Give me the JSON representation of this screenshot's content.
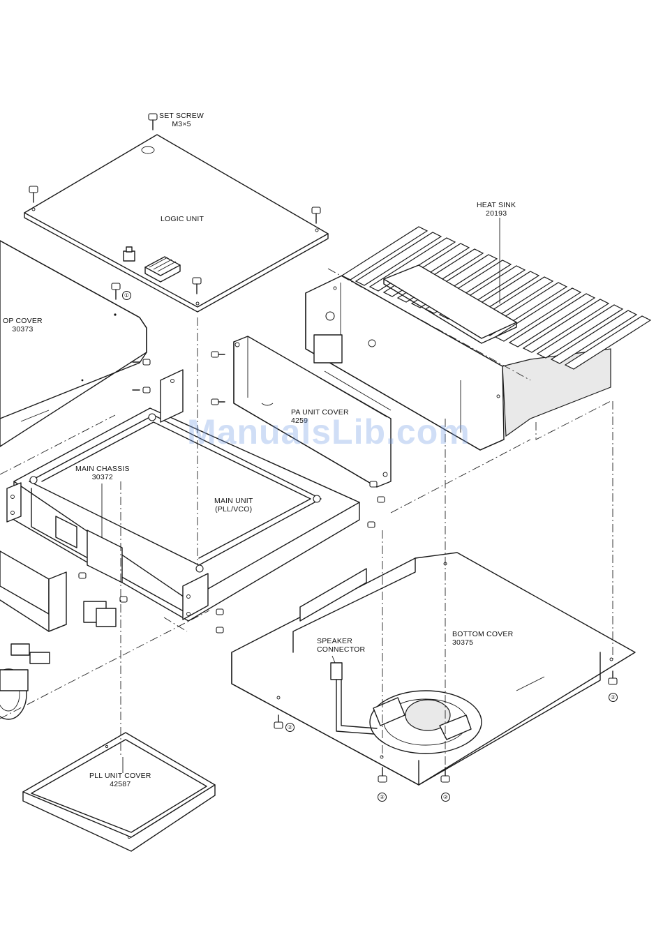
{
  "labels": {
    "set_screw": [
      "SET SCREW",
      "M3×5"
    ],
    "logic_unit": [
      "LOGIC UNIT"
    ],
    "top_cover": [
      "OP COVER",
      "30373"
    ],
    "heat_sink": [
      "HEAT SINK",
      "20193"
    ],
    "pa_unit_cover": [
      "PA UNIT COVER",
      "4259"
    ],
    "main_chassis": [
      "MAIN CHASSIS",
      "30372"
    ],
    "main_unit": [
      "MAIN UNIT",
      "(PLL/VCO)"
    ],
    "speaker_connector": [
      "SPEAKER",
      "CONNECTOR"
    ],
    "bottom_cover": [
      "BOTTOM COVER",
      "30375"
    ],
    "pll_unit_cover": [
      "PLL UNIT COVER",
      "42587"
    ]
  },
  "screw_markers": {
    "one": "①",
    "two": "②"
  },
  "watermark": "ManualsLib.com",
  "colors": {
    "line": "#1a1a1a",
    "watermark": "#78a0e6"
  }
}
